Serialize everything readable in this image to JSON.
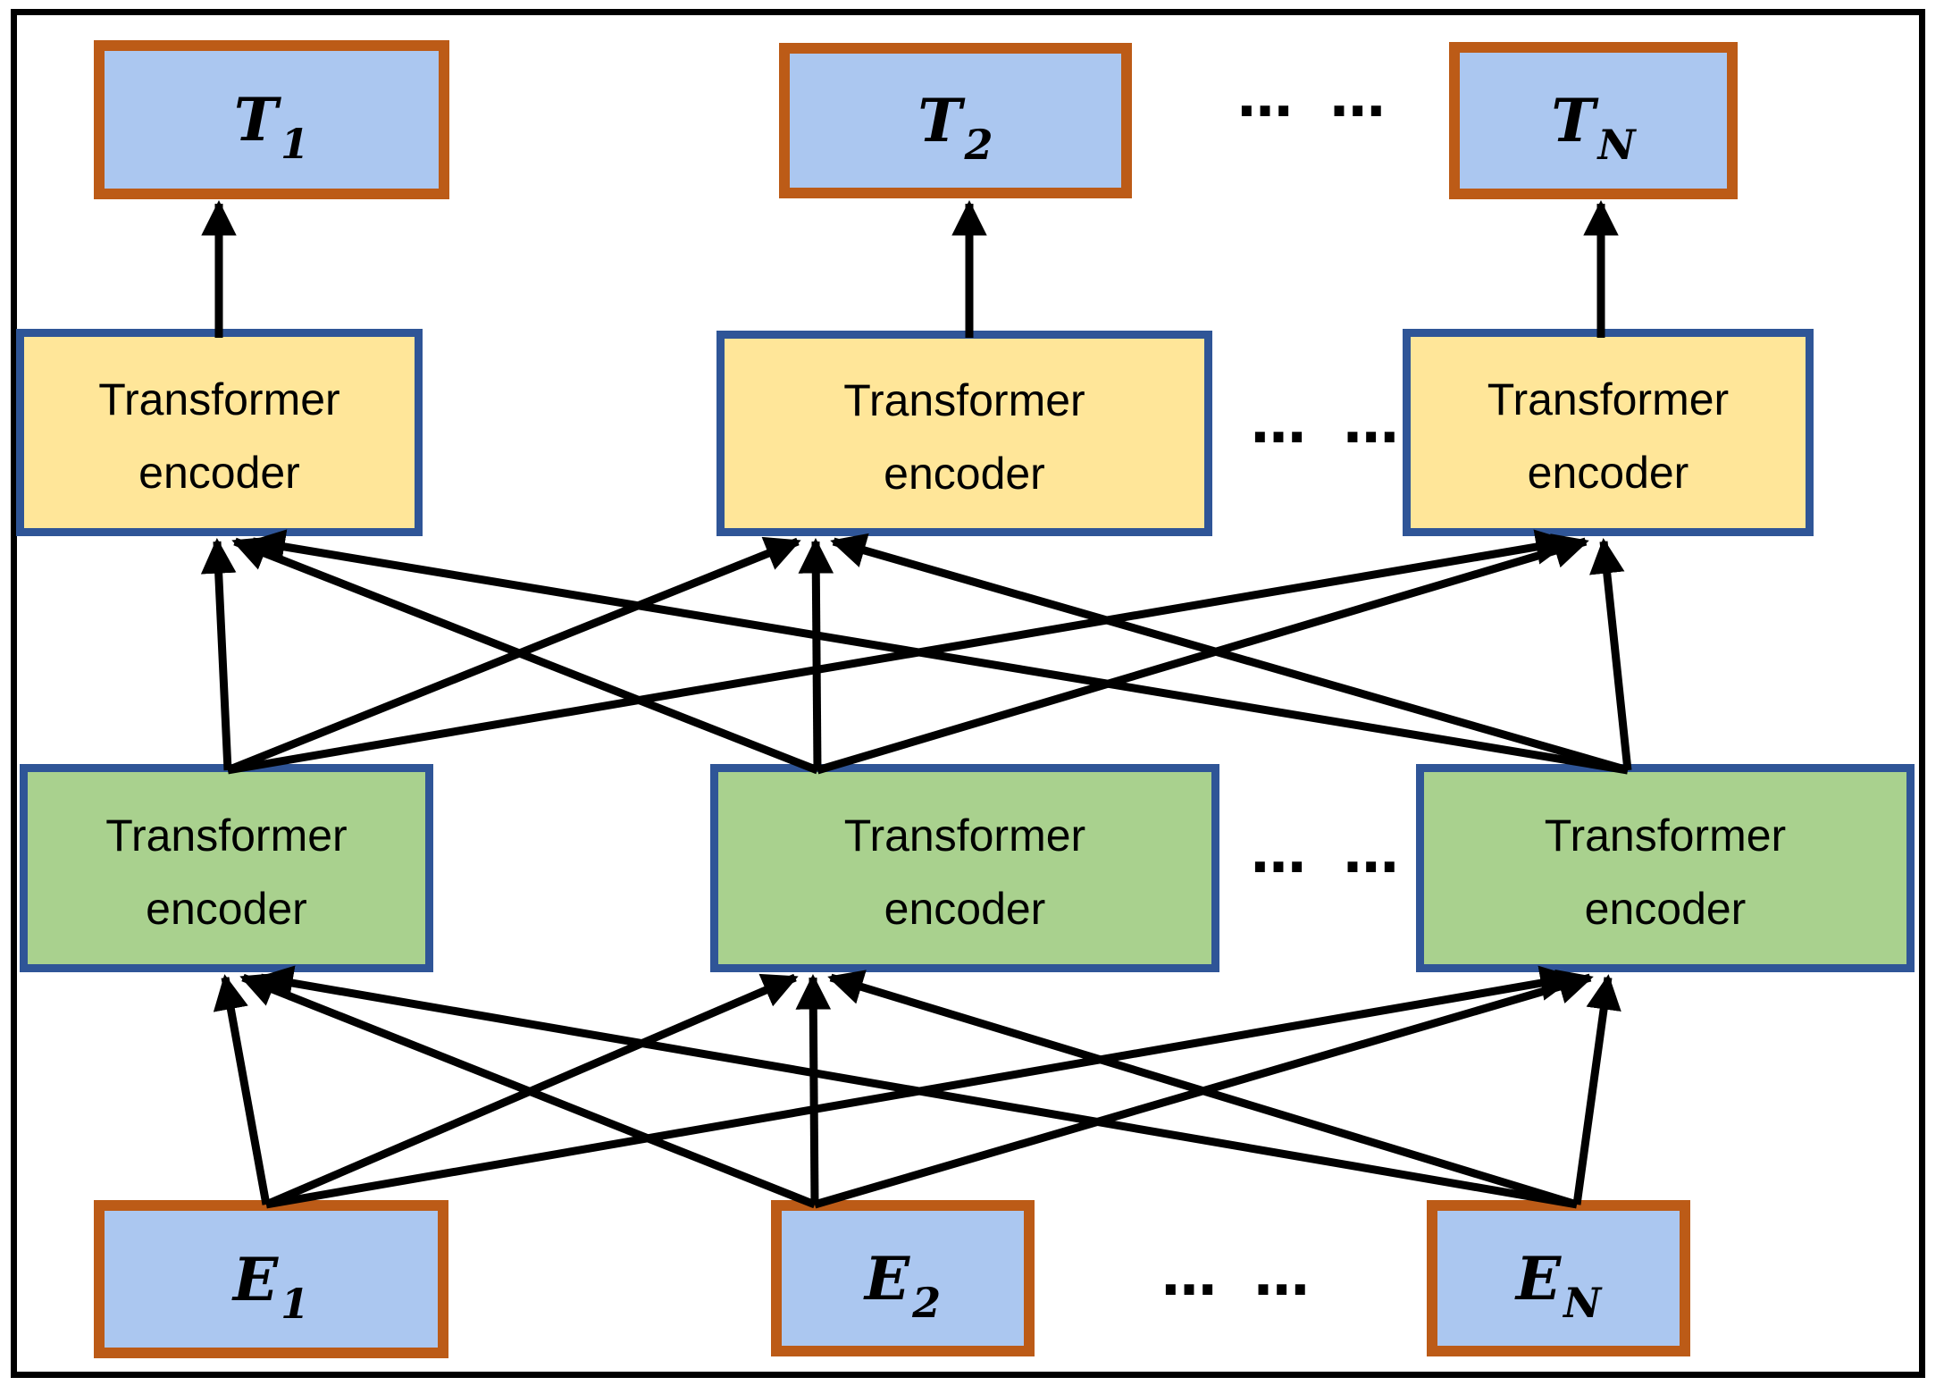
{
  "colors": {
    "box_blue_fill": "#ABC7F0",
    "box_brown_border": "#BC5B17",
    "encoder_yellow_fill": "#FFE699",
    "encoder_green_fill": "#A9D18E",
    "encoder_blue_border": "#2F5597",
    "arrow_black": "#000000"
  },
  "t_row": {
    "boxes": [
      {
        "main": "T",
        "sub": "1"
      },
      {
        "main": "T",
        "sub": "2"
      },
      {
        "main": "T",
        "sub": "N"
      }
    ],
    "ellipsis": "… …"
  },
  "encoder_top_row": {
    "boxes": [
      {
        "line1": "Transformer",
        "line2": "encoder"
      },
      {
        "line1": "Transformer",
        "line2": "encoder"
      },
      {
        "line1": "Transformer",
        "line2": "encoder"
      }
    ],
    "ellipsis": "… …"
  },
  "encoder_bottom_row": {
    "boxes": [
      {
        "line1": "Transformer",
        "line2": "encoder"
      },
      {
        "line1": "Transformer",
        "line2": "encoder"
      },
      {
        "line1": "Transformer",
        "line2": "encoder"
      }
    ],
    "ellipsis": "… …"
  },
  "e_row": {
    "boxes": [
      {
        "main": "E",
        "sub": "1"
      },
      {
        "main": "E",
        "sub": "2"
      },
      {
        "main": "E",
        "sub": "N"
      }
    ],
    "ellipsis": "… …"
  }
}
